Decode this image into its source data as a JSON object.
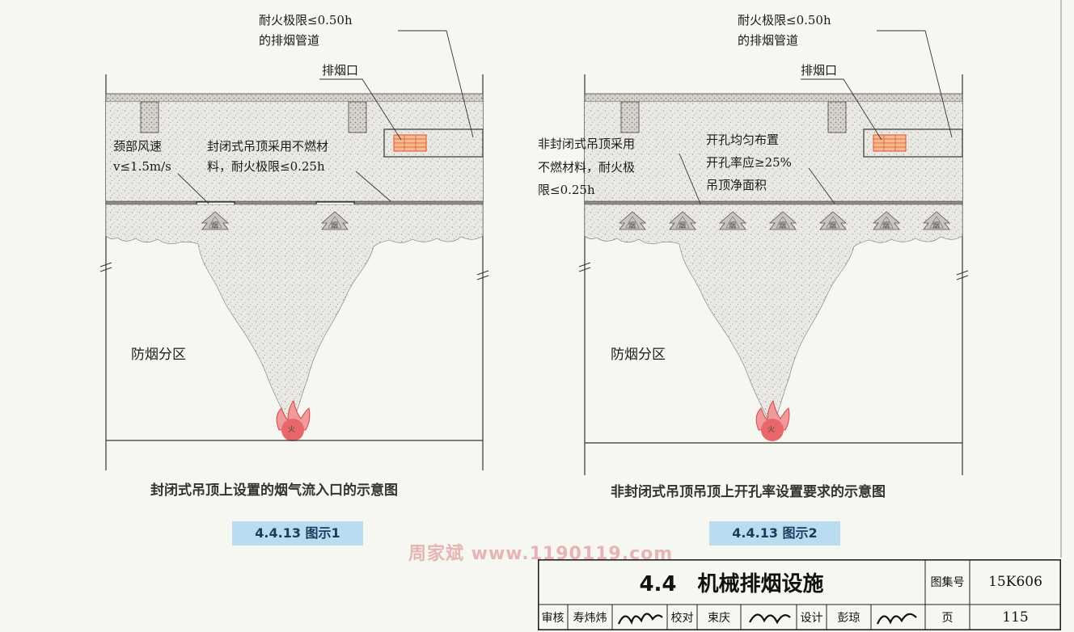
{
  "fig1": {
    "duct_label_line1": "耐火极限≤0.50h",
    "duct_label_line2": "的排烟管道",
    "outlet_label": "排烟口",
    "neck_label_line1": "颈部风速",
    "neck_label_line2": "v≤1.5m/s",
    "ceiling_label_line1": "封闭式吊顶采用不燃材",
    "ceiling_label_line2": "料，耐火极限≤0.25h",
    "smoke_char": "烟",
    "fire_char": "火",
    "zone_label": "防烟分区",
    "caption": "封闭式吊顶上设置的烟气流入口的示意图",
    "fig_label": "4.4.13 图示1"
  },
  "fig2": {
    "duct_label_line1": "耐火极限≤0.50h",
    "duct_label_line2": "的排烟管道",
    "outlet_label": "排烟口",
    "ceiling_label_line1": "非封闭式吊顶采用",
    "ceiling_label_line2": "不燃材料，耐火极",
    "ceiling_label_line3": "限≤0.25h",
    "opening_label_line1": "开孔均匀布置",
    "opening_label_line2": "开孔率应≥25%",
    "opening_label_line3": "吊顶净面积",
    "smoke_char": "烟",
    "fire_char": "火",
    "zone_label": "防烟分区",
    "caption": "非封闭式吊顶吊顶上开孔率设置要求的示意图",
    "fig_label": "4.4.13 图示2"
  },
  "watermark": "周家斌 www.1190119.com",
  "title_block": {
    "section_title": "4.4　机械排烟设施",
    "atlas_no_label": "图集号",
    "atlas_no": "15K606",
    "review_label": "审核",
    "review_name": "寿炜炜",
    "check_label": "校对",
    "check_name": "束庆",
    "design_label": "设计",
    "design_name": "彭琼",
    "page_label": "页",
    "page_no": "115"
  },
  "colors": {
    "label_bg": "#b9dcf0",
    "fire": "#e8676b",
    "smoke_fill": "#e4e1dc",
    "watermark": "#e3a9a9"
  }
}
